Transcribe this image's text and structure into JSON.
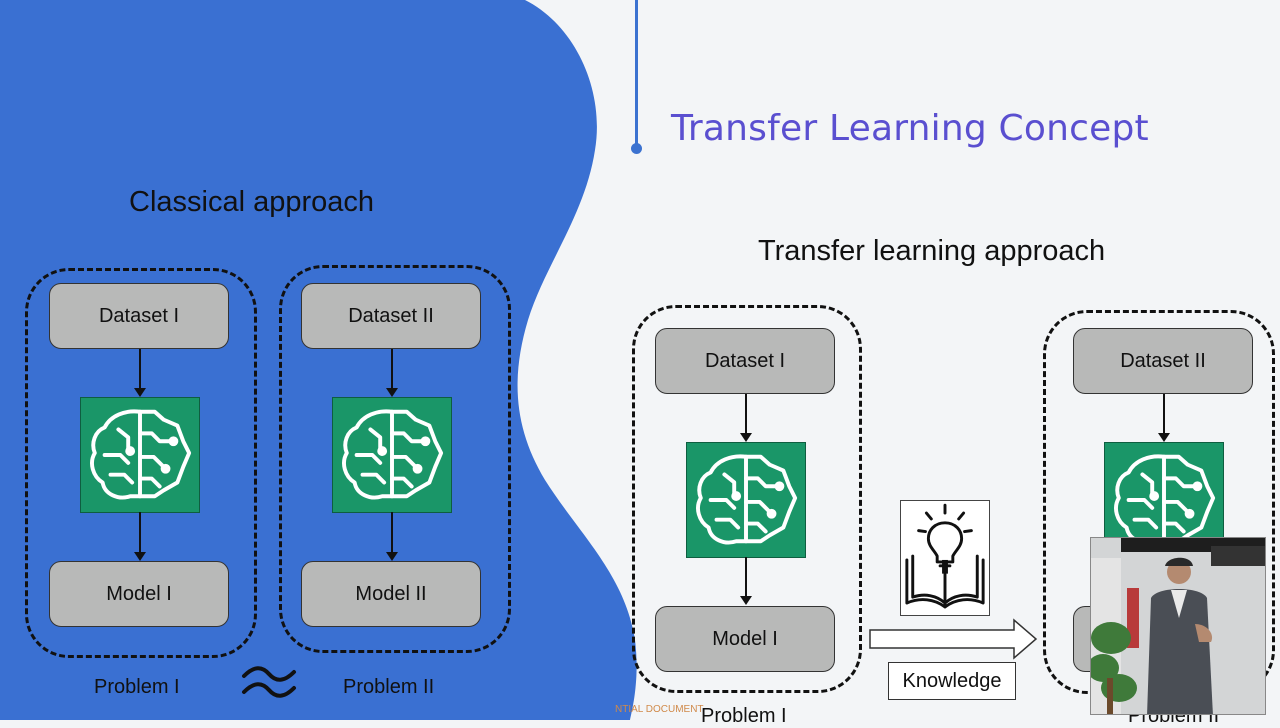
{
  "slide": {
    "title": "Transfer Learning Concept",
    "colors": {
      "blue_panel": "#3a70d2",
      "title": "#5a4fd0",
      "brain_green": "#1a9668",
      "box_gray": "#b8b9b8"
    }
  },
  "classical": {
    "heading": "Classical approach",
    "groups": [
      {
        "dataset": "Dataset I",
        "model": "Model I",
        "problem": "Problem I"
      },
      {
        "dataset": "Dataset II",
        "model": "Model II",
        "problem": "Problem II"
      }
    ]
  },
  "transfer": {
    "heading": "Transfer learning approach",
    "source": {
      "dataset": "Dataset I",
      "model": "Model I",
      "problem": "Problem I"
    },
    "target": {
      "dataset": "Dataset II",
      "problem": "Problem II"
    },
    "knowledge": "Knowledge"
  },
  "footer": {
    "text": "NTIAL DOCUMENT"
  },
  "icons": [
    "brain-icon",
    "lightbulb-book-icon",
    "approx-equal-icon",
    "right-arrow-icon"
  ]
}
